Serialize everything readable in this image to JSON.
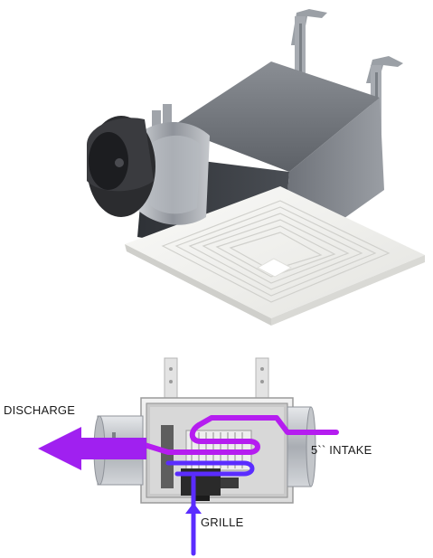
{
  "diagram": {
    "labels": {
      "discharge": "DISCHARGE",
      "intake": "5`` INTAKE",
      "grille": "GRILLE"
    },
    "colors": {
      "airflow_primary": "#a020f0",
      "airflow_secondary": "#6a2cff",
      "housing_dark": "#3a3d42",
      "grille_white": "#f1f1ef",
      "duct_metal": "#b8bcc2"
    }
  }
}
